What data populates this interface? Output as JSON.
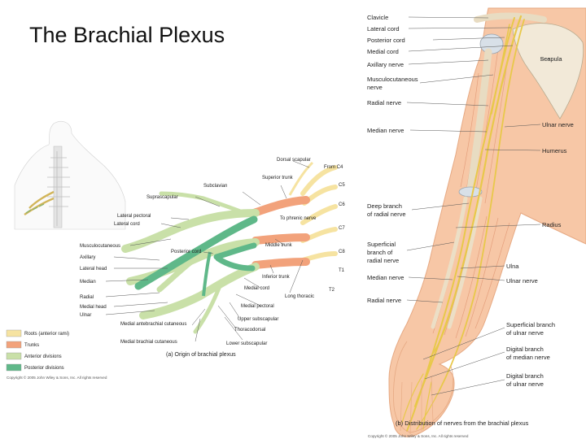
{
  "slide": {
    "title": "The Brachial Plexus"
  },
  "panel_a": {
    "labels": {
      "dorsal_scapular": "Dorsal scapular",
      "from_c4": "From C4",
      "c5": "C5",
      "c6": "C6",
      "c7": "C7",
      "c8": "C8",
      "t1": "T1",
      "t2": "T2",
      "superior_trunk": "Superior trunk",
      "subclavian": "Subclavian",
      "suprascapular": "Suprascapular",
      "lateral_pectoral": "Lateral pectoral",
      "lateral_cord": "Lateral cord",
      "to_phrenic": "To phrenic nerve",
      "musculocutaneous": "Musculocutaneous",
      "axillary": "Axillary",
      "lateral_head": "Lateral head",
      "median": "Median",
      "radial": "Radial",
      "medial_head": "Medial head",
      "ulnar": "Ulnar",
      "posterior_cord": "Posterior cord",
      "middle_trunk": "Middle trunk",
      "inferior_trunk": "Inferior trunk",
      "medial_cord": "Medial cord",
      "long_thoracic": "Long thoracic",
      "medial_pectoral": "Medial pectoral",
      "upper_subscapular": "Upper subscapular",
      "medial_antebrachial": "Medial antebrachial cutaneous",
      "thoracodorsal": "Thoracodorsal",
      "medial_brachial": "Medial brachial cutaneous",
      "lower_subscapular": "Lower subscapular"
    },
    "caption": "(a) Origin of brachial plexus",
    "legend": [
      {
        "label": "Roots (anterior rami)",
        "color": "#f6e3a1"
      },
      {
        "label": "Trunks",
        "color": "#f2a27b"
      },
      {
        "label": "Anterior divisions",
        "color": "#c9e0a8"
      },
      {
        "label": "Posterior divisions",
        "color": "#5fb889"
      }
    ],
    "copyright": "Copyright © 2005 John Wiley & Sons, Inc. All rights reserved"
  },
  "panel_b": {
    "labels": {
      "clavicle": "Clavicle",
      "lateral_cord": "Lateral cord",
      "posterior_cord": "Posterior cord",
      "medial_cord": "Medial cord",
      "axillary_nerve": "Axillary nerve",
      "musculocutaneous_1": "Musculocutaneous",
      "musculocutaneous_2": "nerve",
      "radial_nerve": "Radial nerve",
      "median_nerve": "Median nerve",
      "scapula": "Scapula",
      "ulnar_nerve": "Ulnar nerve",
      "humerus": "Humerus",
      "deep_branch_1": "Deep branch",
      "deep_branch_2": "of radial nerve",
      "radius": "Radius",
      "superficial_1": "Superficial",
      "superficial_2": "branch of",
      "superficial_3": "radial nerve",
      "ulna": "Ulna",
      "median_nerve_lower": "Median nerve",
      "ulnar_nerve_lower": "Ulnar nerve",
      "radial_nerve_lower": "Radial nerve",
      "sup_ulnar_1": "Superficial branch",
      "sup_ulnar_2": "of ulnar nerve",
      "dig_median_1": "Digital branch",
      "dig_median_2": "of median nerve",
      "dig_ulnar_1": "Digital branch",
      "dig_ulnar_2": "of ulnar nerve"
    },
    "caption": "(b) Distribution of nerves from the brachial plexus",
    "copyright": "Copyright © 2005 John Wiley & Sons, Inc. All rights reserved"
  }
}
